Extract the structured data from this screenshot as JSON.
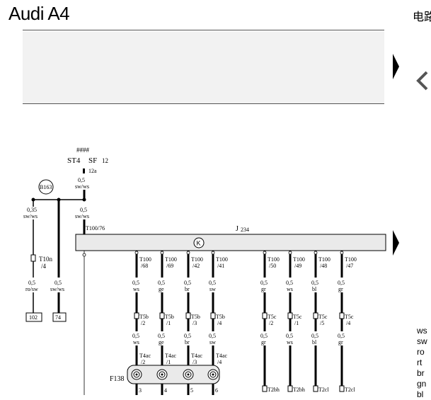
{
  "header": {
    "title": "Audi A4",
    "right_title": "电路"
  },
  "top_labels": {
    "hash": "####",
    "st": "ST4",
    "sf": "SF",
    "sf_num": "12",
    "pin_12a": "12a"
  },
  "b163": "B163",
  "wire_top": {
    "size": "0,5",
    "color": "sw/ws"
  },
  "wire_left1": {
    "size": "0,35",
    "color": "sw/ws"
  },
  "wire_mid": {
    "size": "0,5",
    "color": "sw/ws"
  },
  "t100_76": "T100/76",
  "j234": "J",
  "j234_sub": "234",
  "left_bottom": [
    {
      "conn1": "T10n",
      "conn2": "/4",
      "size": "0,5",
      "color": "ro/sw",
      "box": "102"
    },
    {
      "size": "0,5",
      "color": "sw/ws",
      "box": "74"
    }
  ],
  "columns": [
    {
      "t": "T100",
      "pin": "/68",
      "s1": "0,5",
      "c1": "ws",
      "cn": "T5b",
      "cp": "/2",
      "s2": "0,5",
      "c2": "ws",
      "f": "T4ac",
      "fp": "/2",
      "b": "3"
    },
    {
      "t": "T100",
      "pin": "/69",
      "s1": "0,5",
      "c1": "ge",
      "cn": "T5b",
      "cp": "/1",
      "s2": "0,5",
      "c2": "ge",
      "f": "T4ac",
      "fp": "/1",
      "b": "4"
    },
    {
      "t": "T100",
      "pin": "/42",
      "s1": "0,5",
      "c1": "br",
      "cn": "T5b",
      "cp": "/3",
      "s2": "0,5",
      "c2": "br",
      "f": "T4ac",
      "fp": "/3",
      "b": "5"
    },
    {
      "t": "T100",
      "pin": "/41",
      "s1": "0,5",
      "c1": "sw",
      "cn": "T5b",
      "cp": "/4",
      "s2": "0,5",
      "c2": "sw",
      "f": "T4ac",
      "fp": "/4",
      "b": "6"
    },
    {
      "t": "T100",
      "pin": "/50",
      "s1": "0,5",
      "c1": "gr",
      "cn": "T5c",
      "cp": "/2",
      "s2": "0,5",
      "c2": "gr",
      "b": "T2bh"
    },
    {
      "t": "T100",
      "pin": "/49",
      "s1": "0,5",
      "c1": "ws",
      "cn": "T5c",
      "cp": "/1",
      "s2": "0,5",
      "c2": "ws",
      "b": "T2bh"
    },
    {
      "t": "T100",
      "pin": "/48",
      "s1": "0,5",
      "c1": "bl",
      "cn": "T5c",
      "cp": "/5",
      "s2": "0,5",
      "c2": "bl",
      "b": "T2cl"
    },
    {
      "t": "T100",
      "pin": "/47",
      "s1": "0,5",
      "c1": "gr",
      "cn": "T5c",
      "cp": "/4",
      "s2": "0,5",
      "c2": "gr",
      "b": "T2cl"
    }
  ],
  "f138": "F138",
  "legend": [
    "ws",
    "sw",
    "ro",
    "rt",
    "br",
    "gn",
    "bl"
  ]
}
